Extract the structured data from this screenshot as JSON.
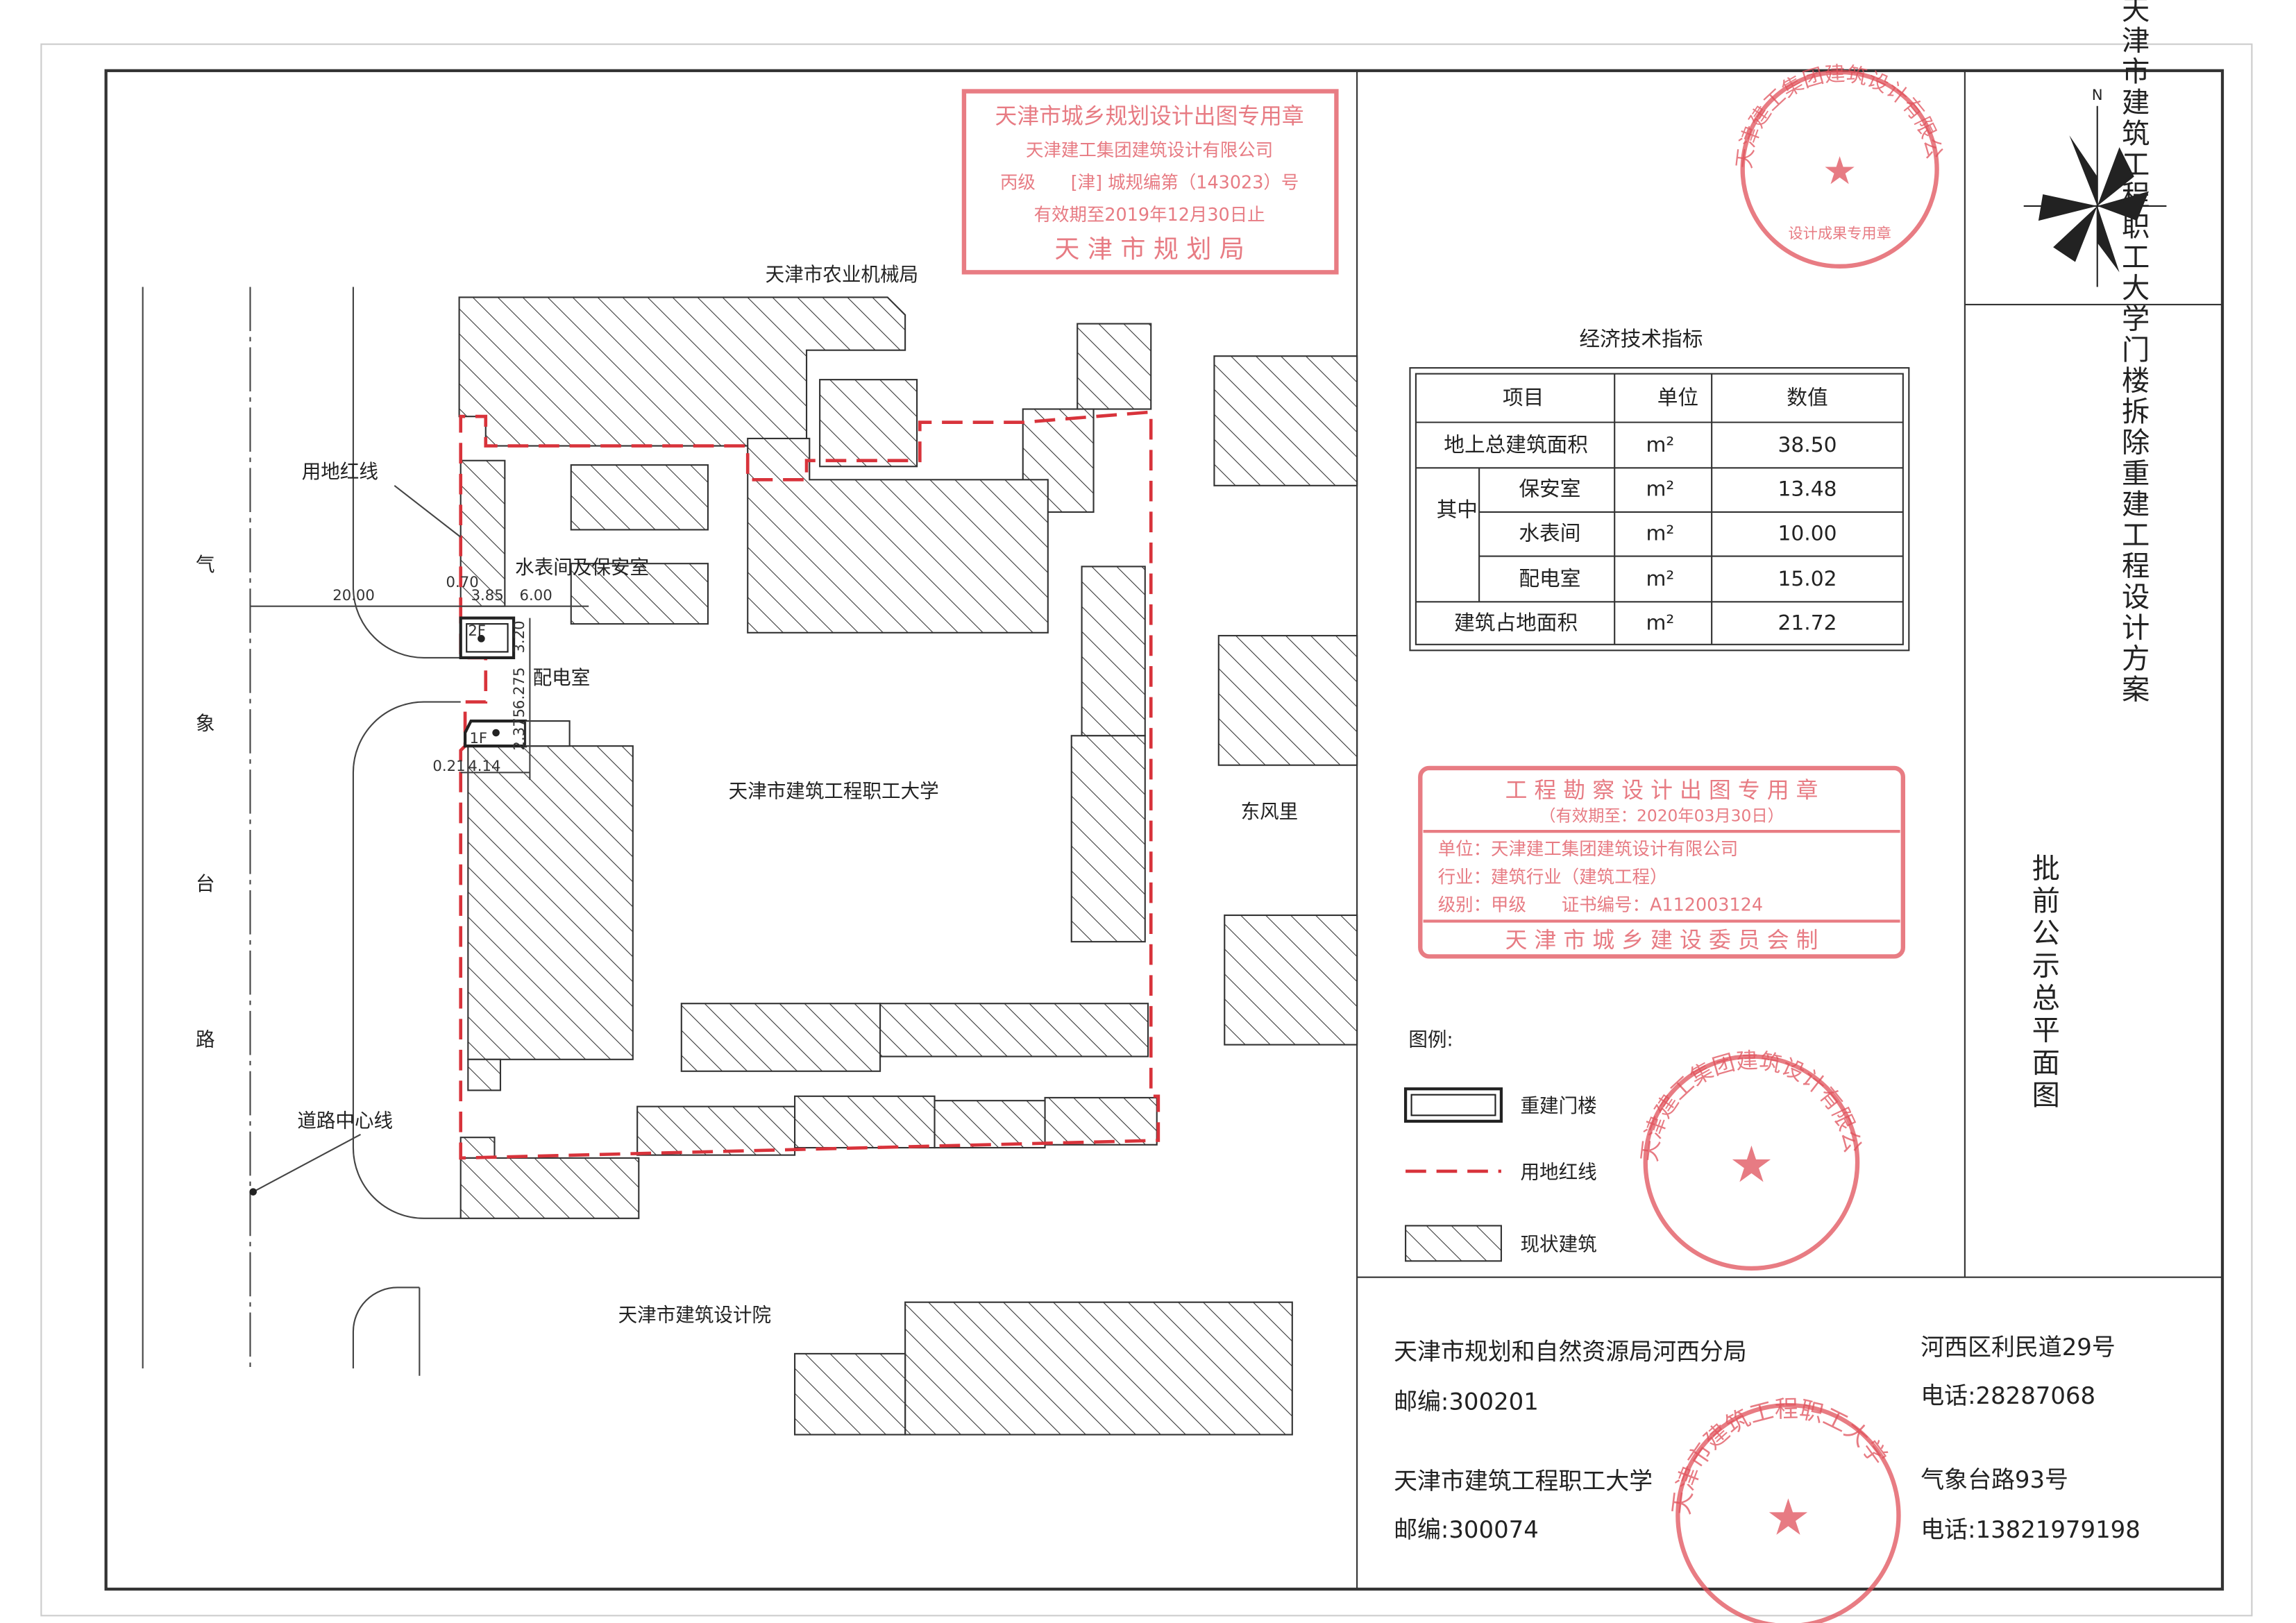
{
  "title_vertical": "天津市建筑工程职工大学门楼拆除重建工程设计方案",
  "subtitle_vertical": "批前公示总平面图",
  "north_label": "N",
  "map": {
    "road_name_chars": [
      "气",
      "象",
      "台",
      "路"
    ],
    "labels": {
      "north_neighbor": "天津市农业机械局",
      "site_redline": "用地红线",
      "water_guard": "水表间及保安室",
      "power_room": "配电室",
      "campus": "天津市建筑工程职工大学",
      "east_neighbor": "东风里",
      "road_centerline": "道路中心线",
      "south_neighbor": "天津市建筑设计院"
    },
    "dimensions": {
      "d1": "20.00",
      "d2": "0.70",
      "d3": "3.85",
      "d4": "6.00",
      "d5": "3.20",
      "d6": "6.275",
      "d7": "2.375",
      "d8": "0.21",
      "d9": "4.14",
      "floor_upper": "2F",
      "floor_lower": "1F"
    }
  },
  "indicators": {
    "title": "经济技术指标",
    "headers": [
      "项目",
      "单位",
      "数值"
    ],
    "group_label": "其中",
    "rows": [
      {
        "item": "地上总建筑面积",
        "unit": "m²",
        "value": "38.50"
      },
      {
        "item": "保安室",
        "unit": "m²",
        "value": "13.48"
      },
      {
        "item": "水表间",
        "unit": "m²",
        "value": "10.00"
      },
      {
        "item": "配电室",
        "unit": "m²",
        "value": "15.02"
      },
      {
        "item": "建筑占地面积",
        "unit": "m²",
        "value": "21.72"
      }
    ]
  },
  "legend": {
    "title": "图例:",
    "items": [
      "重建门楼",
      "用地红线",
      "现状建筑"
    ]
  },
  "contacts": {
    "org1": "天津市规划和自然资源局河西分局",
    "org1_zip": "邮编:300201",
    "org1_addr": "河西区利民道29号",
    "org1_tel": "电话:28287068",
    "org2": "天津市建筑工程职工大学",
    "org2_zip": "邮编:300074",
    "org2_addr": "气象台路93号",
    "org2_tel": "电话:13821979198"
  },
  "stamps": {
    "planning": {
      "l1": "天津市城乡规划设计出图专用章",
      "l2": "天津建工集团建筑设计有限公司",
      "l3": "丙级　　[津] 城规编第（143023）号",
      "l4": "有效期至2019年12月30日止",
      "l5": "天 津 市 规 划 局"
    },
    "survey": {
      "l1": "工 程 勘 察 设 计 出 图 专 用 章",
      "l2": "（有效期至：2020年03月30日）",
      "l3": "单位：天津建工集团建筑设计有限公司",
      "l4": "行业：建筑行业（建筑工程）",
      "l5": "级别：甲级　　证书编号：A112003124",
      "l6": "天 津 市 城 乡 建 设 委 员 会 制"
    },
    "seal_design": "天津建工集团建筑设计有限公司",
    "seal_design_sub": "设计成果专用章",
    "seal_company": "天津建工集团建筑设计有限公司",
    "seal_school": "天津市建筑工程职工大学"
  },
  "colors": {
    "stamp": "#e0505a",
    "redline": "#d8333b"
  }
}
